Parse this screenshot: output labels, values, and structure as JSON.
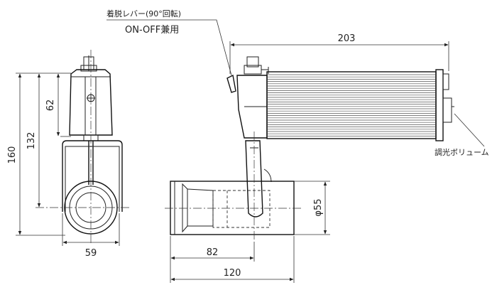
{
  "annotations": {
    "lever": "着脱レバー(90°回転)",
    "onoff": "ON-OFF兼用",
    "volume": "調光ボリューム"
  },
  "dimensions": {
    "length_203": "203",
    "height_62": "62",
    "height_132": "132",
    "height_160": "160",
    "width_59": "59",
    "length_82": "82",
    "length_120": "120",
    "diameter_55": "φ55"
  }
}
